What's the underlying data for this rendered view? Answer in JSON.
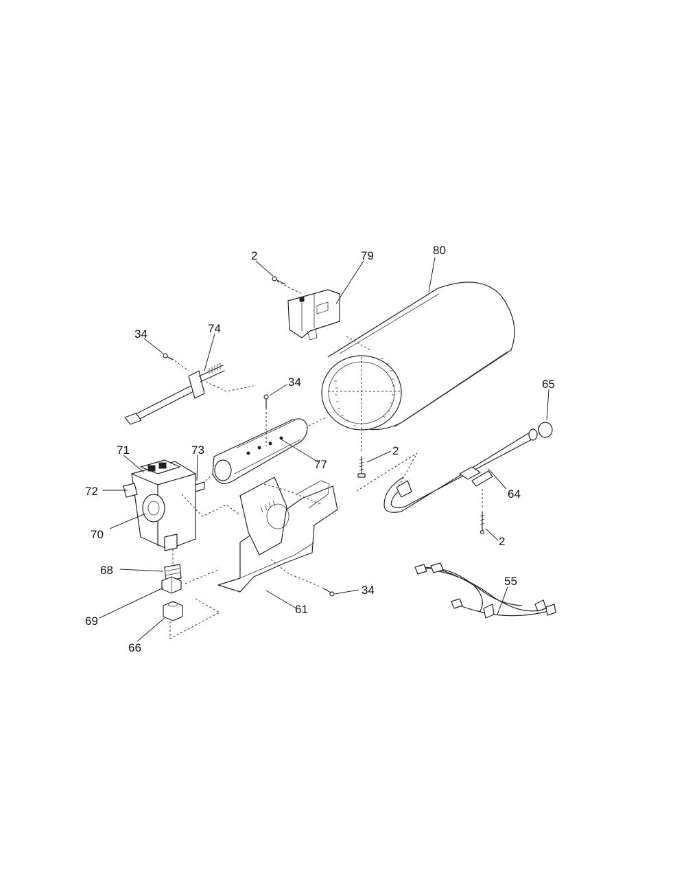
{
  "diagram": {
    "callouts": [
      {
        "id": "c2a",
        "label": "2"
      },
      {
        "id": "c79",
        "label": "79"
      },
      {
        "id": "c80",
        "label": "80"
      },
      {
        "id": "c34a",
        "label": "34"
      },
      {
        "id": "c74",
        "label": "74"
      },
      {
        "id": "c34b",
        "label": "34"
      },
      {
        "id": "c65",
        "label": "65"
      },
      {
        "id": "c71",
        "label": "71"
      },
      {
        "id": "c73",
        "label": "73"
      },
      {
        "id": "c2b",
        "label": "2"
      },
      {
        "id": "c77",
        "label": "77"
      },
      {
        "id": "c72",
        "label": "72"
      },
      {
        "id": "c64",
        "label": "64"
      },
      {
        "id": "c70",
        "label": "70"
      },
      {
        "id": "c2c",
        "label": "2"
      },
      {
        "id": "c68",
        "label": "68"
      },
      {
        "id": "c34c",
        "label": "34"
      },
      {
        "id": "c55",
        "label": "55"
      },
      {
        "id": "c61",
        "label": "61"
      },
      {
        "id": "c69",
        "label": "69"
      },
      {
        "id": "c66",
        "label": "66"
      }
    ]
  }
}
